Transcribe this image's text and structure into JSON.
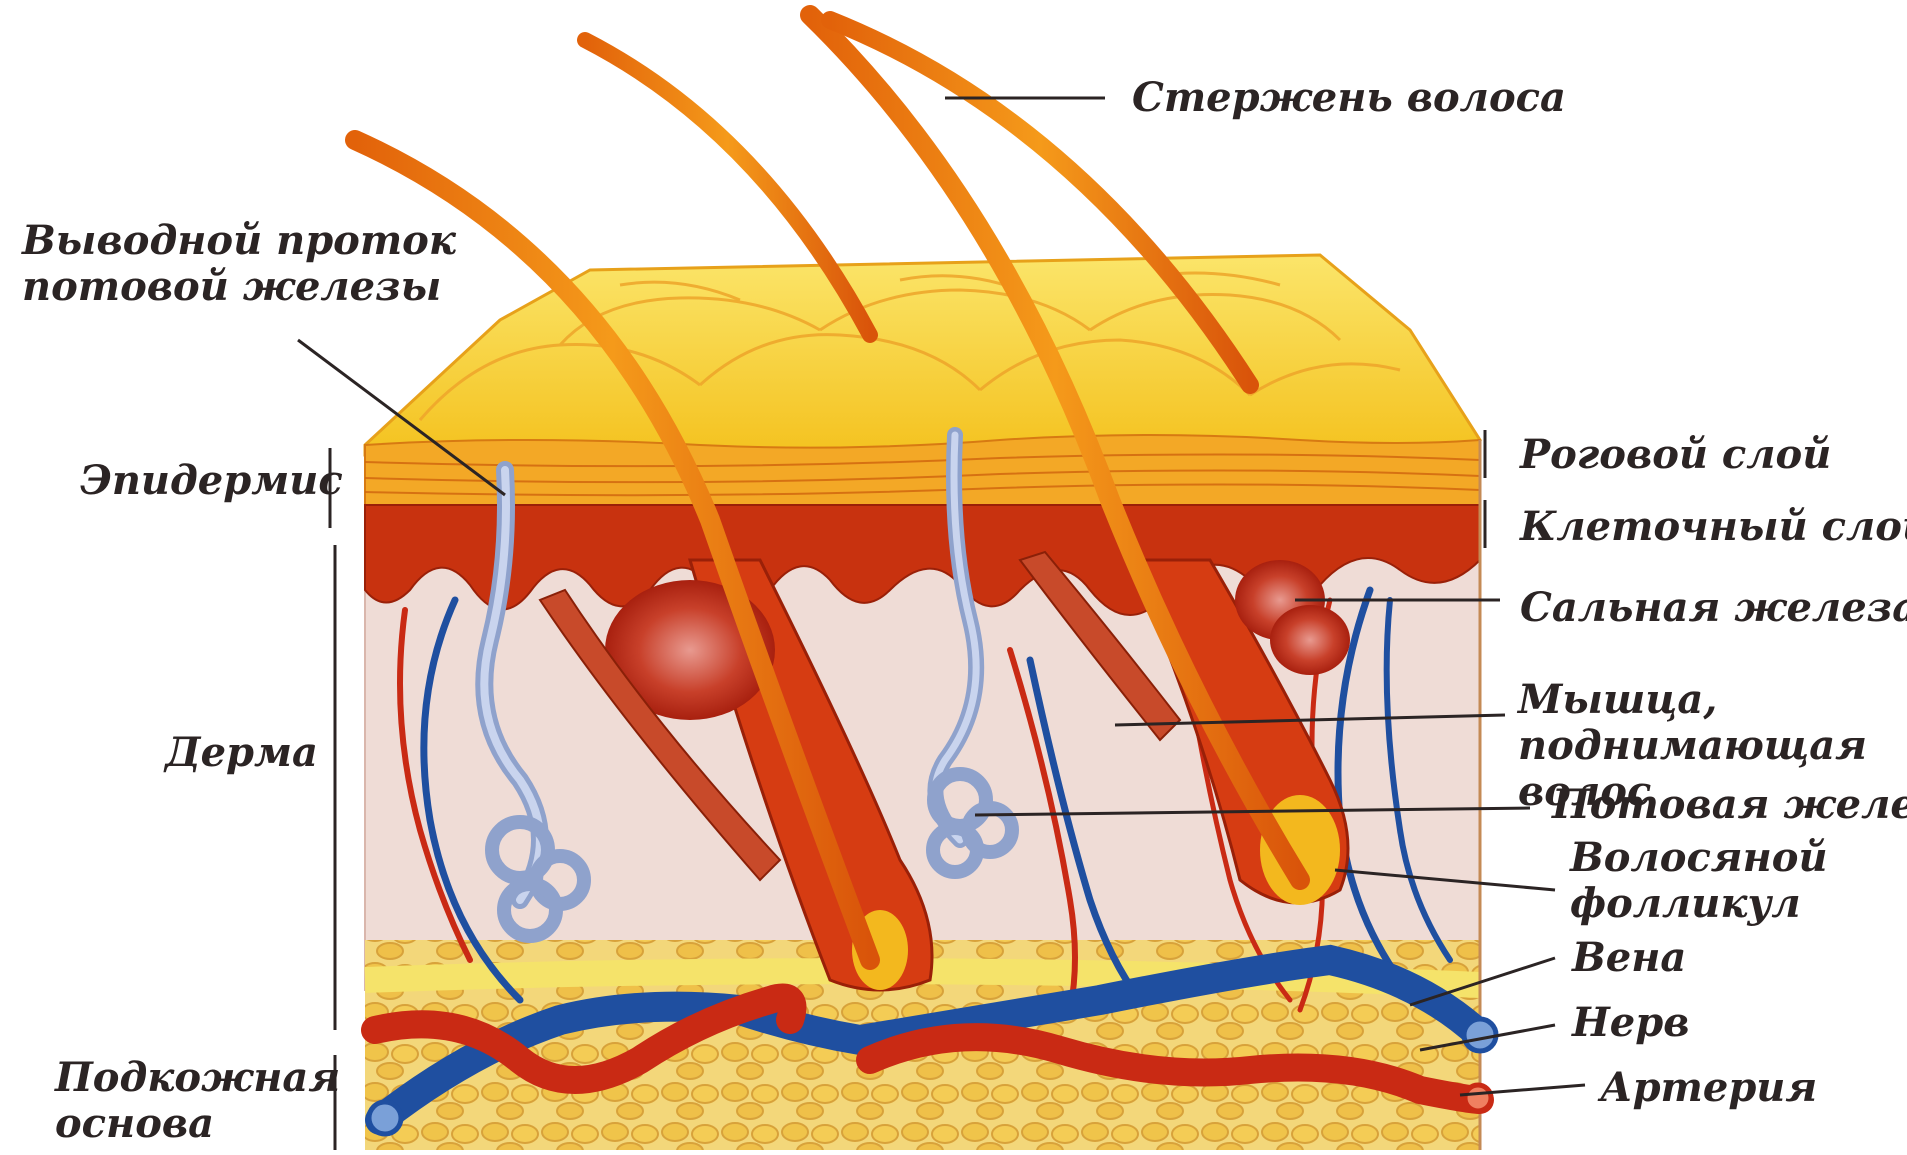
{
  "labels": {
    "hair_shaft": "Стержень волоса",
    "sweat_duct": "Выводной проток\nпотовой железы",
    "epidermis": "Эпидермис",
    "dermis": "Дерма",
    "subcutis": "Подкожная\nоснова",
    "horny_layer": "Роговой слой",
    "cell_layer": "Клеточный слой",
    "sebaceous_gland": "Сальная железа",
    "arrector_muscle": "Мышца,\nподнимающая волос",
    "sweat_gland": "Потовая железа",
    "hair_follicle": "Волосяной\nфолликул",
    "vein": "Вена",
    "nerve": "Нерв",
    "artery": "Артерия"
  },
  "colors": {
    "horny_layer": "#f6d02a",
    "cell_layer": "#c8320f",
    "dermis": "#efdcd6",
    "fat": "#f1cc62",
    "hair": "#e87a10",
    "vein": "#1f4fa0",
    "artery": "#c92a14",
    "nerve": "#f6ea52",
    "sweat_gland": "#9fb0d6"
  }
}
